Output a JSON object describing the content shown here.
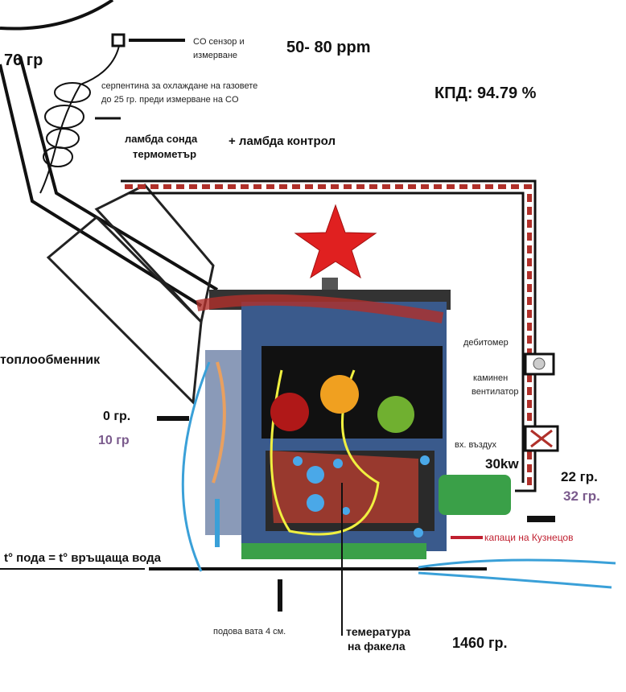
{
  "labels": {
    "exhaust_temp": "76 гр",
    "co_sensor_1": "CO сензор и",
    "co_sensor_2": "измерване",
    "co_range": "50- 80 ppm",
    "coil_1": "серпентина за охлаждане на газовете",
    "coil_2": "до 25 гр. преди измерване на CO",
    "efficiency": "КПД: 94.79 %",
    "lambda_probe": "ламбда сонда",
    "thermometer": "термометър",
    "lambda_control": "+ ламбда контрол",
    "heat_exchanger": "топлообменник",
    "outside_temp": "0 гр.",
    "outside_temp2": "10 гр",
    "flowmeter": "дебитомер",
    "fan_1": "каминен",
    "fan_2": "вентилатор",
    "air_inlet": "вх. въздух",
    "power": "30kw",
    "water_temp": "22 гр.",
    "water_temp2": "32 гр.",
    "kuznetsov": "капаци на Кузнецов",
    "floor_temp": "t° пода = t° връщаща вода",
    "insulation": "подова вата 4 см.",
    "flame_temp_1": "темература",
    "flame_temp_2": "на факела",
    "flame_temp_value": "1460 гр."
  },
  "colors": {
    "flue": "#b0302a",
    "boiler": "#3a5a8c",
    "burner": "#3aa048",
    "accent_purple": "#7a5a8c",
    "star": "#e02020"
  }
}
